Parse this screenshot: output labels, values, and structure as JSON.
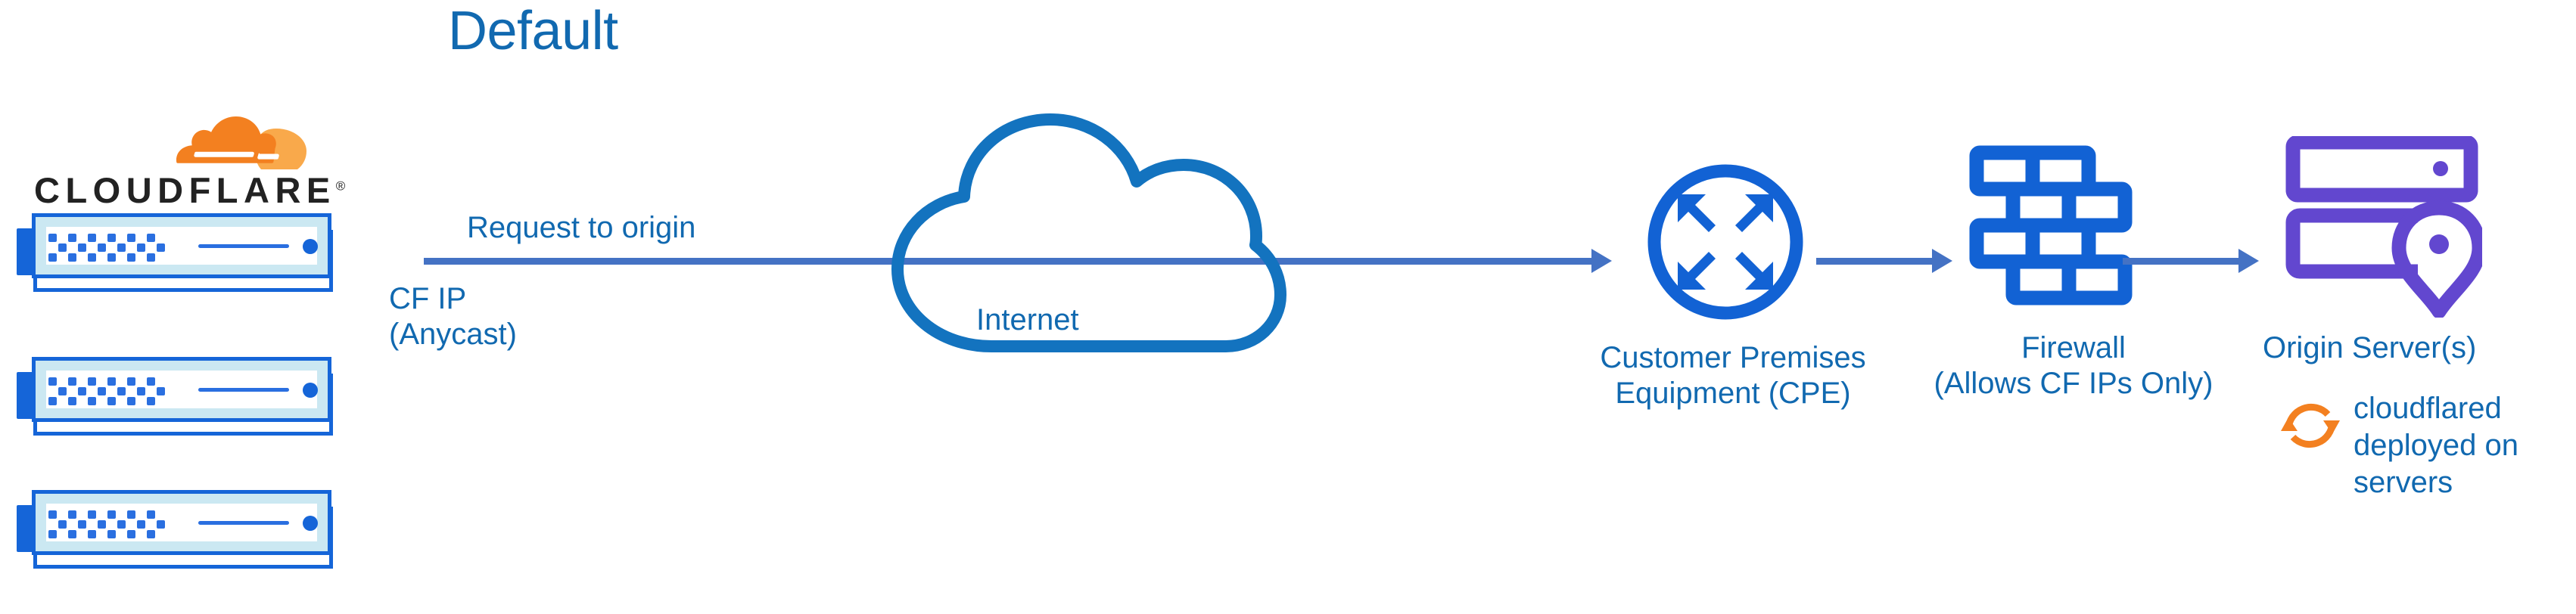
{
  "diagram": {
    "title": "Default",
    "type": "network-architecture",
    "background_color": "#ffffff",
    "accent_blue": "#1169b0",
    "node_blue": "#1565d8",
    "arrow_blue": "#4472c4",
    "origin_purple": "#6247cf",
    "cloudflare_orange": "#f38020"
  },
  "brand": {
    "name": "CLOUDFLARE",
    "registered_mark": "®",
    "logo_icon": "cloudflare-cloud-logo"
  },
  "nodes": [
    {
      "id": "cloudflare-edge",
      "icon": "server-rack-icon",
      "count": 3,
      "label": "CF IP\n(Anycast)"
    },
    {
      "id": "internet",
      "icon": "cloud-outline-icon",
      "label": "Internet"
    },
    {
      "id": "cpe",
      "icon": "router-four-arrows-icon",
      "label": "Customer Premises\nEquipment (CPE)"
    },
    {
      "id": "firewall",
      "icon": "brick-wall-icon",
      "label": "Firewall\n(Allows CF IPs Only)"
    },
    {
      "id": "origin",
      "icon": "server-with-location-pin-icon",
      "label": "Origin Server(s)",
      "note": "cloudflared\ndeployed on\nservers",
      "note_icon": "sync-arrows-icon"
    }
  ],
  "connections": [
    {
      "id": "edge-to-cpe",
      "label": "Request to origin",
      "from": "cloudflare-edge",
      "to": "cpe",
      "style": "arrow"
    },
    {
      "id": "cpe-to-firewall",
      "label": "",
      "from": "cpe",
      "to": "firewall",
      "style": "arrow"
    },
    {
      "id": "firewall-to-origin",
      "label": "",
      "from": "firewall",
      "to": "origin",
      "style": "arrow"
    }
  ],
  "labels": {
    "request_to_origin": "Request to origin",
    "cf_ip_line1": "CF IP",
    "cf_ip_line2": "(Anycast)",
    "internet": "Internet",
    "cpe_line1": "Customer Premises",
    "cpe_line2": "Equipment (CPE)",
    "firewall_line1": "Firewall",
    "firewall_line2": "(Allows CF IPs Only)",
    "origin": "Origin Server(s)",
    "cloudflared_line1": "cloudflared",
    "cloudflared_line2": "deployed on",
    "cloudflared_line3": "servers"
  }
}
